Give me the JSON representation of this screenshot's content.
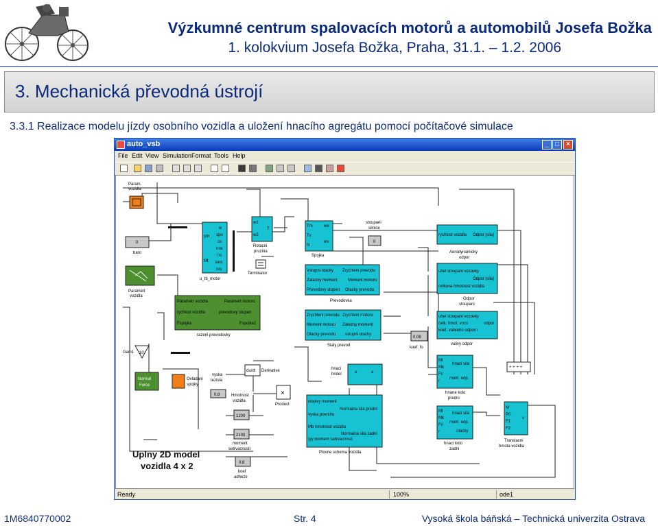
{
  "header": {
    "title": "Výzkumné centrum spalovacích motorů a automobilů Josefa Božka",
    "subtitle": "1. kolokvium Josefa Božka, Praha, 31.1. – 1.2. 2006"
  },
  "section": {
    "title": "3. Mechanická převodná ústrojí",
    "subsection": "3.3.1 Realizace modelu jízdy osobního vozidla a uložení hnacího agregátu pomocí počítačové simulace"
  },
  "window": {
    "title": "auto_vsb",
    "menu": [
      "File",
      "Edit",
      "View",
      "Simulation",
      "Format",
      "Tools",
      "Help"
    ],
    "status": {
      "state": "Ready",
      "zoom": "100%",
      "solver": "ode1"
    }
  },
  "model": {
    "caption_line1": "Uplny 2D model",
    "caption_line2": "vozidla  4 x 2",
    "labels": {
      "param_vozidla": [
        "Param.",
        "vozidla"
      ],
      "baro_value": "0",
      "baro": "baro",
      "parametr_vozidla": [
        "Parametr",
        "vozidla"
      ],
      "gain1": "Gain1",
      "gain_value": "10",
      "normal_force": [
        "Normal",
        "Force"
      ],
      "ovladani_spojky": [
        "Ovladani",
        "spojky"
      ],
      "vyska_teziste": [
        "vyska",
        "teziste"
      ],
      "teziste_value": "0.8",
      "derivative_block": "du/dt",
      "derivative": "Derivative",
      "product": "Product",
      "hmotnost_vozidla": [
        "Hmotnost",
        "vozidla"
      ],
      "hmotnost_value": "1200",
      "moment_value": "2100",
      "moment_setrvacnosti": [
        "moment",
        "setrvacnosti"
      ],
      "koef_value": "0.8",
      "koef_adheze": [
        "koef",
        "adheze"
      ],
      "motor_inputs": [
        "pm",
        "Mt"
      ],
      "motor_outputs": [
        "w",
        "spo",
        "co",
        "nox",
        "hc",
        "soot",
        "res"
      ],
      "motor_name": "u_tb_motor",
      "pruzina_ports": [
        "w1",
        "w2",
        "T"
      ],
      "pruzina": [
        "Rotacni",
        "pruzina"
      ],
      "terminator": "Terminator",
      "spojka_ports": [
        "Tm",
        "Tv",
        "N",
        "we",
        "wv"
      ],
      "spojka": "Spojka",
      "stoupani_silnice": [
        "stoupani",
        "silnice"
      ],
      "stoupani_value": "0",
      "prevodovka_ports": [
        "Vstupni otacky",
        "Zrychleni prevodu",
        "Zatezny moment",
        "Moment motoru",
        "Prevodovy stupen",
        "Otacky prevodu"
      ],
      "prevodovka": "Prevodovka",
      "razeni_ports": [
        "Parametr vozidla",
        "Parametr motoru",
        "rychlost vozidla",
        "prevodovy stupen",
        "Fspojka",
        "Fspojka1"
      ],
      "razeni": "razeni prevodovky",
      "staly_ports": [
        "Zrychleni prevodu",
        "Zrychleni motoru",
        "Moment motoru",
        "Zatezny moment",
        "Otacky prevodu",
        "vstupni otacky"
      ],
      "staly_prevod": "Staly prevod",
      "aero_ports": [
        "rychlost vozidla",
        "Odpor (sila)"
      ],
      "aero": [
        "Aerodynamicky",
        "odpor"
      ],
      "stoupani_ports": [
        "uhel stoupani vozovky",
        "Odpor (sila)",
        "celkova hmotnost vozidla"
      ],
      "odpor_stoupani": [
        "Odpor",
        "stoupani"
      ],
      "valivy_ports": [
        "uhel stoupani vozovky",
        "celk. hmot. vozu",
        "koef. valiveho odporu",
        "odpor"
      ],
      "valivy": "valivy odpor",
      "koef_fo_value": "0.08",
      "koef_fo": "koef. fo",
      "hnaci_hridel": [
        "hnaci",
        "hridel"
      ],
      "plovne_ports": [
        "klopivy moment",
        "Normalna sila predni",
        "vyska povrchu",
        "Mb hmotnost vozidla",
        "Normalna sila zadni",
        "Iyy moment setrvacnosti"
      ],
      "plovne": "Plovne schema vozidla",
      "predni_ports": [
        "Mt",
        "Mk",
        "Fn",
        "r",
        "hnaci sila",
        "mom. odp."
      ],
      "predni": [
        "hnane kolo",
        "predni"
      ],
      "zadni_ports": [
        "Mt",
        "Mk",
        "Fn",
        "r",
        "hnaci sila",
        "mom. odp.",
        "otacky"
      ],
      "zadni": [
        "hnaci kolo",
        "zadni"
      ],
      "translacni_ports": [
        "M",
        "P0",
        "F1",
        "F2",
        "v"
      ],
      "translacni": [
        "Translacni",
        "hmota vozidla"
      ],
      "sum_signs": "+ + + +"
    }
  },
  "footer": {
    "code": "1M6840770002",
    "page": "Str. 4",
    "school": "Vysoká škola báňská – Technická univerzita Ostrava"
  },
  "colors": {
    "brand_blue": "#0b2a7a",
    "block_cyan": "#17c2d3",
    "block_green": "#4c8f2e",
    "block_orange": "#f07f1a"
  }
}
